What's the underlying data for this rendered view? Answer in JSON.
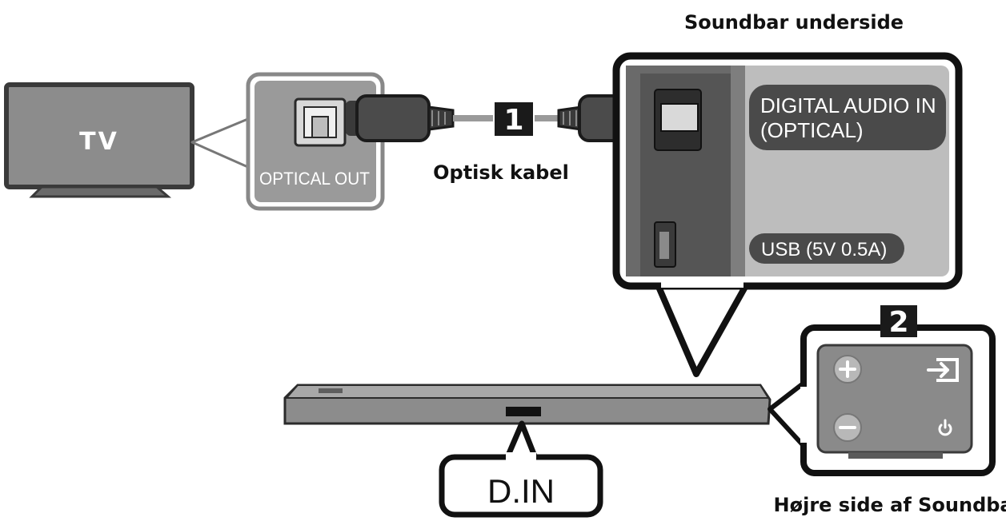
{
  "tv": {
    "label": "TV"
  },
  "optical_out": {
    "label": "OPTICAL OUT"
  },
  "cable": {
    "label": "Optisk kabel",
    "step_badge": "1"
  },
  "soundbar_underside": {
    "title": "Soundbar underside",
    "digital_audio_in_line1": "DIGITAL AUDIO IN",
    "digital_audio_in_line2": "(OPTICAL)",
    "usb_label": "USB (5V 0.5A)"
  },
  "soundbar": {
    "din_label": "D.IN"
  },
  "right_side": {
    "title": "Højre side af Soundbar",
    "step_badge": "2",
    "buttons": {
      "volume_up": "plus-icon",
      "source": "source-input-icon",
      "volume_down": "minus-icon",
      "power": "power-icon"
    }
  },
  "colors": {
    "panel_dark": "#4d4d4d",
    "panel_mid": "#8a8a8a",
    "panel_light": "#bdbdbd",
    "outline": "#111111",
    "label_pill": "#3a3a3a"
  }
}
